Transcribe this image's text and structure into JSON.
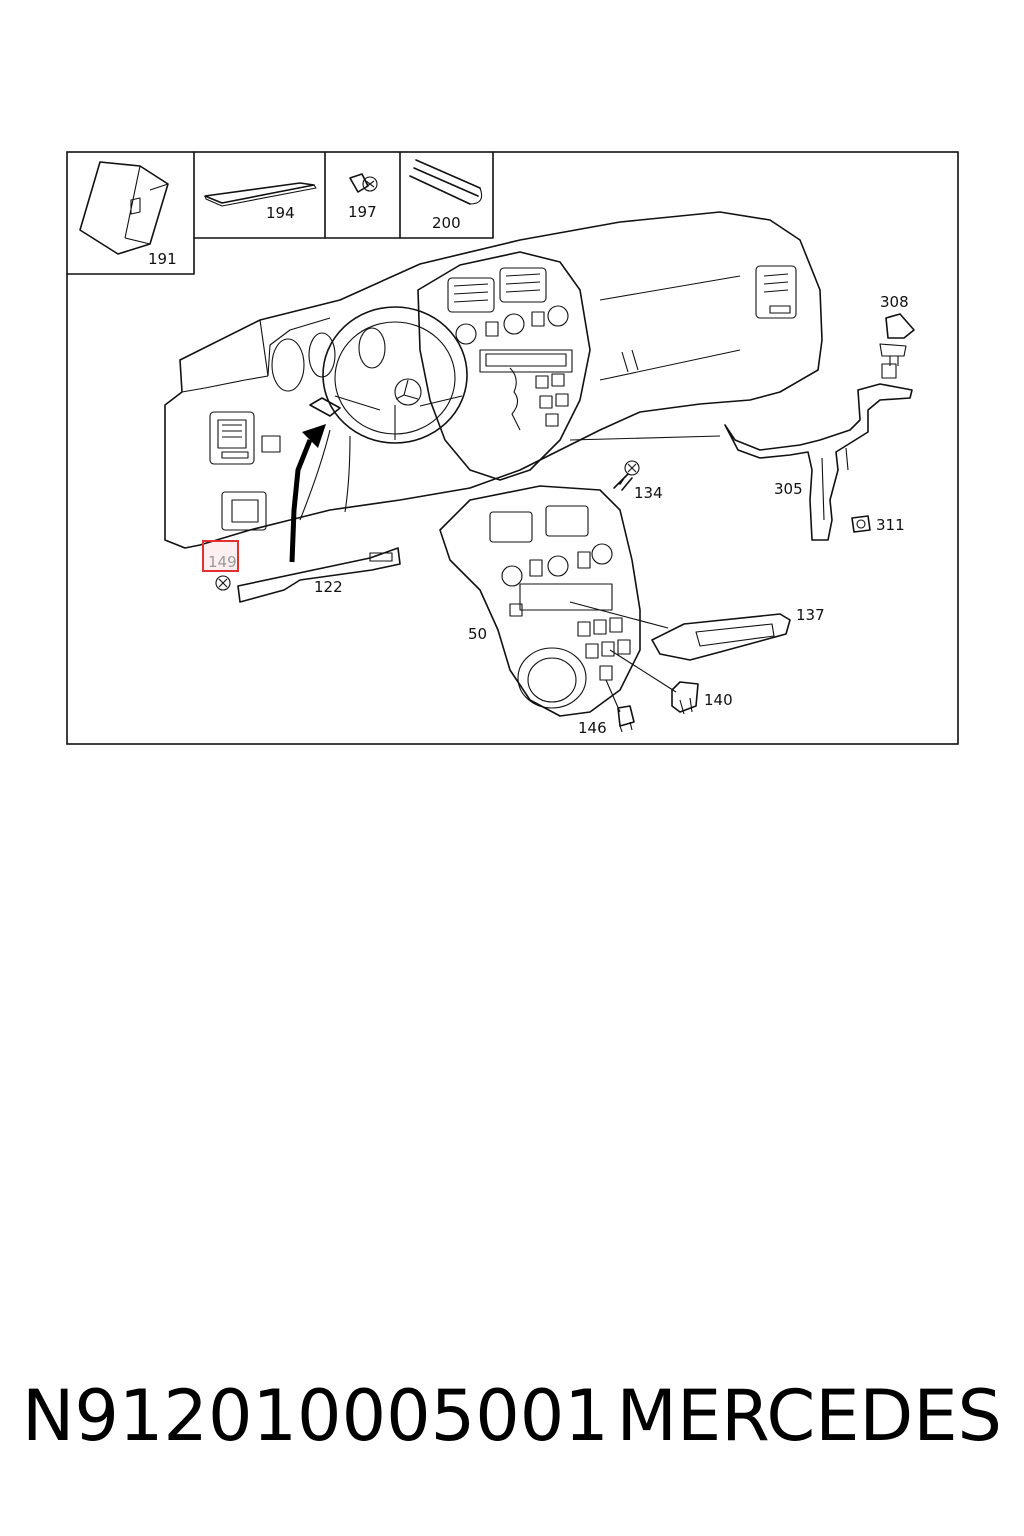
{
  "diagram": {
    "callouts": {
      "c191": "191",
      "c194": "194",
      "c197": "197",
      "c200": "200",
      "c308": "308",
      "c134": "134",
      "c305": "305",
      "c311": "311",
      "c149": "149",
      "c122": "122",
      "c137": "137",
      "c50": "50",
      "c140": "140",
      "c146": "146"
    },
    "highlighted_callout": "149",
    "highlight_color": "#e03030"
  },
  "caption": {
    "part_number": "N912010005001",
    "brand": "MERCEDES"
  }
}
